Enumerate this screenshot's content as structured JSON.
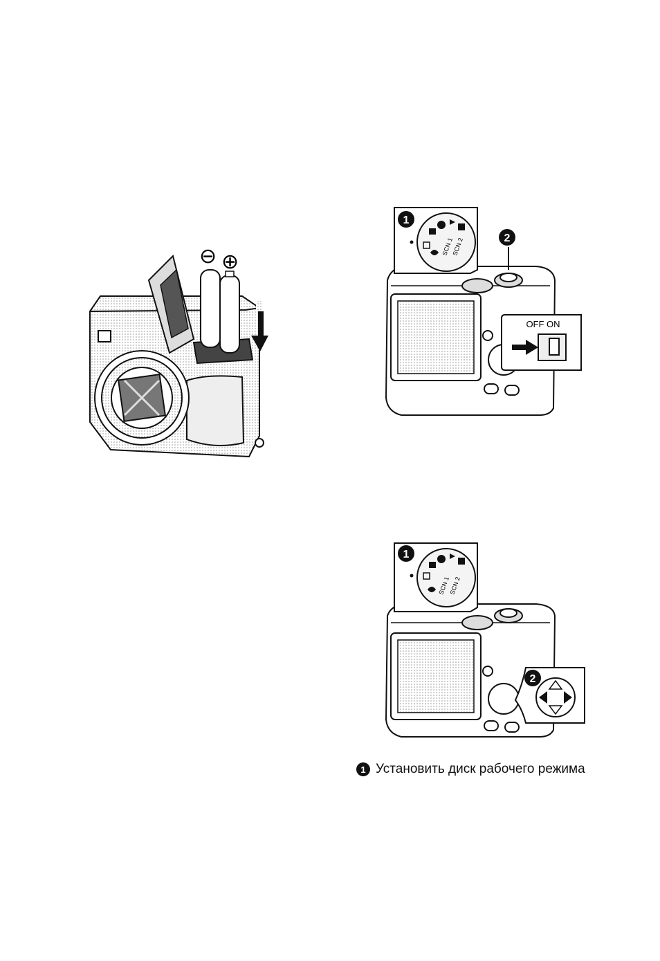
{
  "figure1": {
    "minus_symbol": "⊖",
    "plus_symbol": "⊕"
  },
  "figure2": {
    "callout1": "1",
    "callout2": "2",
    "dial_labels": [
      "SCN 1",
      "SCN 2"
    ],
    "switch_label": "OFF ON"
  },
  "figure3": {
    "callout1": "1",
    "callout2": "2",
    "dial_labels": [
      "SCN 1",
      "SCN 2"
    ]
  },
  "caption": {
    "number": "1",
    "text": "Установить диск рабочего режима"
  },
  "colors": {
    "ink": "#111111",
    "stipple": "#d9d9d9",
    "paper": "#ffffff"
  }
}
